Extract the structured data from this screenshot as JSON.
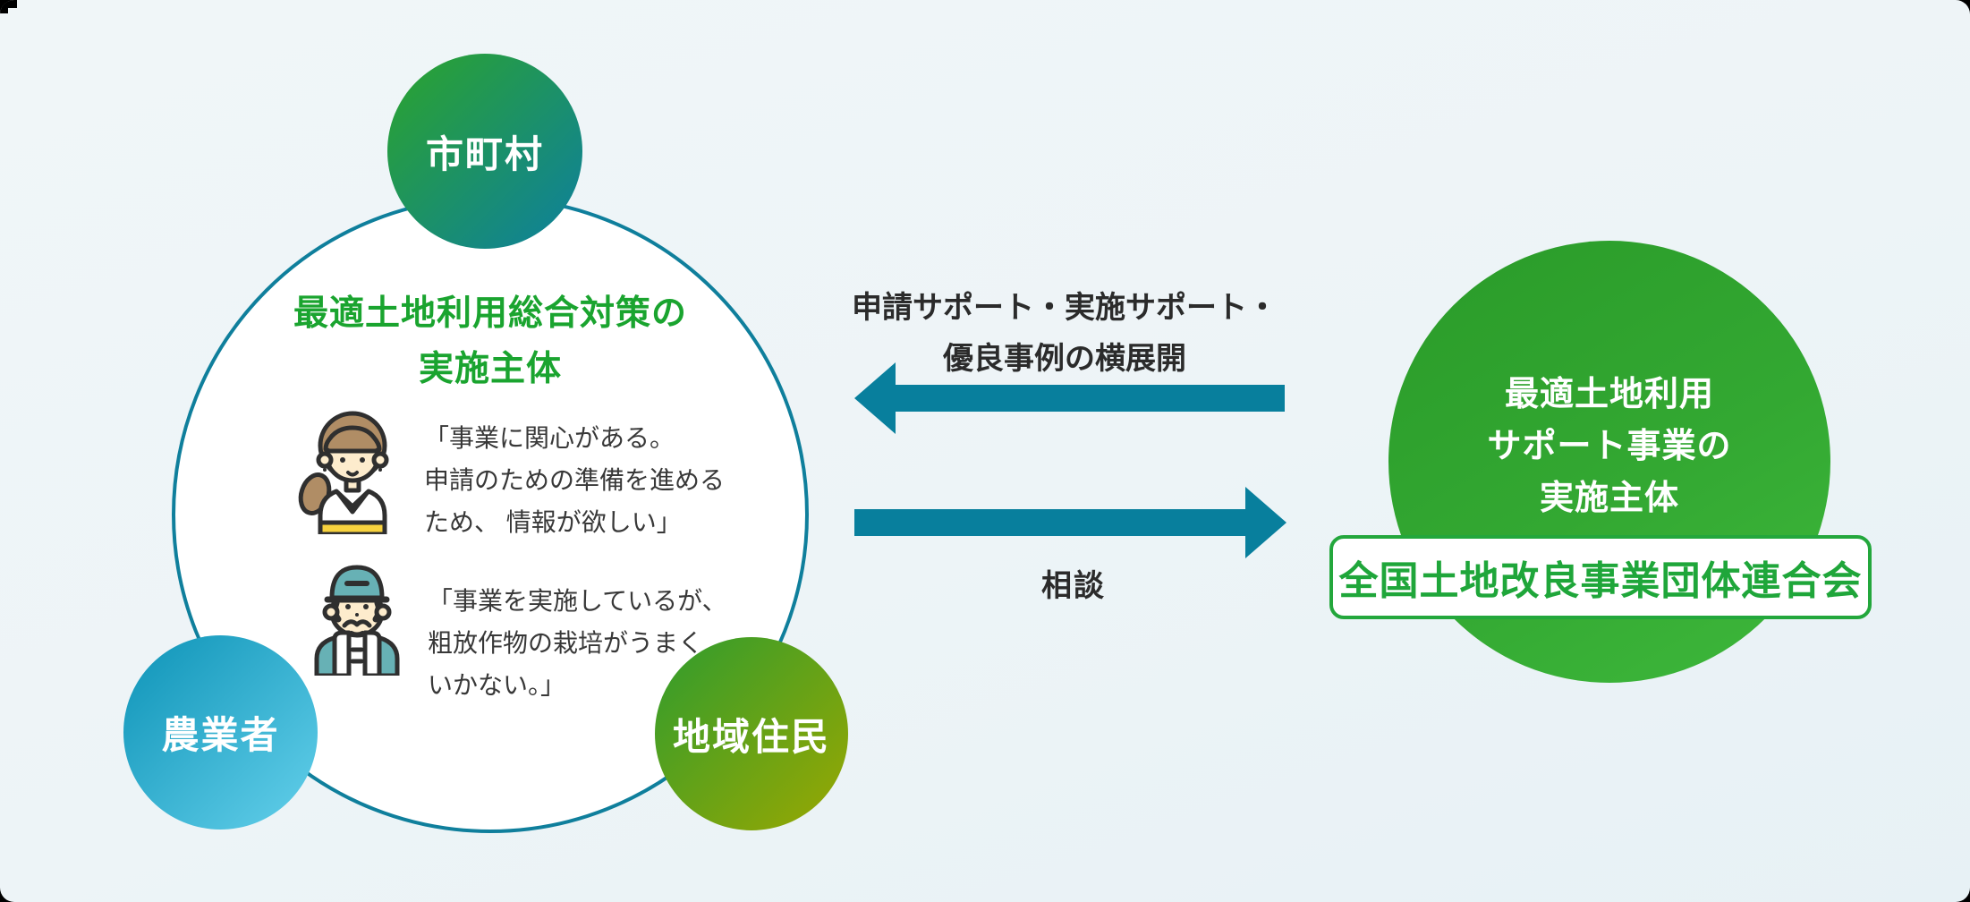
{
  "diagram": {
    "background_color": "#edf4f7",
    "left": {
      "title_lines": [
        "最適土地利用総合対策の",
        "実施主体"
      ],
      "title_color": "#1aa42f",
      "circle_border_color": "#0f7f9c",
      "bubbles": [
        {
          "id": "municipalities",
          "label": "市町村",
          "gradient": [
            "#2ca42b",
            "#0d7f9f"
          ]
        },
        {
          "id": "farmers",
          "label": "農業者",
          "gradient": [
            "#0d93b7",
            "#64d0eb"
          ]
        },
        {
          "id": "residents",
          "label": "地域住民",
          "gradient": [
            "#2f9c2e",
            "#9aa801"
          ]
        }
      ],
      "personas": [
        {
          "icon": "woman-avatar-icon",
          "quote_lines": [
            "「事業に関心がある。",
            "申請のための準備を進める",
            "ため、 情報が欲しい」"
          ]
        },
        {
          "icon": "farmer-avatar-icon",
          "quote_lines": [
            "「事業を実施しているが、",
            "粗放作物の栽培がうまく",
            "いかない。」"
          ]
        }
      ]
    },
    "arrows": {
      "color": "#087f9d",
      "left_arrow_label_lines": [
        "申請サポート・実施サポート・",
        "優良事例の横展開"
      ],
      "left_arrow_direction": "left",
      "right_arrow_label": "相談",
      "right_arrow_direction": "right"
    },
    "right": {
      "circle_lines": [
        "最適土地利用",
        "サポート事業の",
        "実施主体"
      ],
      "circle_gradient": [
        "#2a9b29",
        "#3eb83b"
      ],
      "org_label": "全国土地改良事業団体連合会",
      "org_text_color": "#1fa63a",
      "org_border_color": "#23a73c"
    }
  }
}
